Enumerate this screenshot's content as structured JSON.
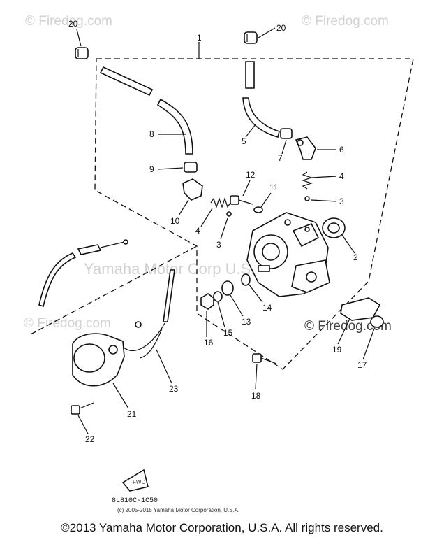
{
  "watermarks": {
    "top_left": "© Firedog.com",
    "top_right": "© Firedog.com",
    "mid_left": "© Firedog.com",
    "mid_right": "© Firedog.com",
    "center": "Yamaha Motor Corp U.S.A."
  },
  "callouts": {
    "c1": "1",
    "c2": "2",
    "c3a": "3",
    "c3b": "3",
    "c4a": "4",
    "c4b": "4",
    "c5": "5",
    "c6": "6",
    "c7": "7",
    "c8": "8",
    "c9": "9",
    "c10": "10",
    "c11": "11",
    "c12": "12",
    "c13": "13",
    "c14": "14",
    "c15": "15",
    "c16": "16",
    "c17": "17",
    "c18": "18",
    "c19": "19",
    "c20a": "20",
    "c20b": "20",
    "c21": "21",
    "c22": "22",
    "c23": "23"
  },
  "fwd_label": "FWD",
  "diagram_code": "8L810C-1C50",
  "small_copyright": "(c) 2005-2015 Yamaha Motor Corporation, U.S.A.",
  "footer": "©2013 Yamaha Motor Corporation, U.S.A. All rights reserved."
}
